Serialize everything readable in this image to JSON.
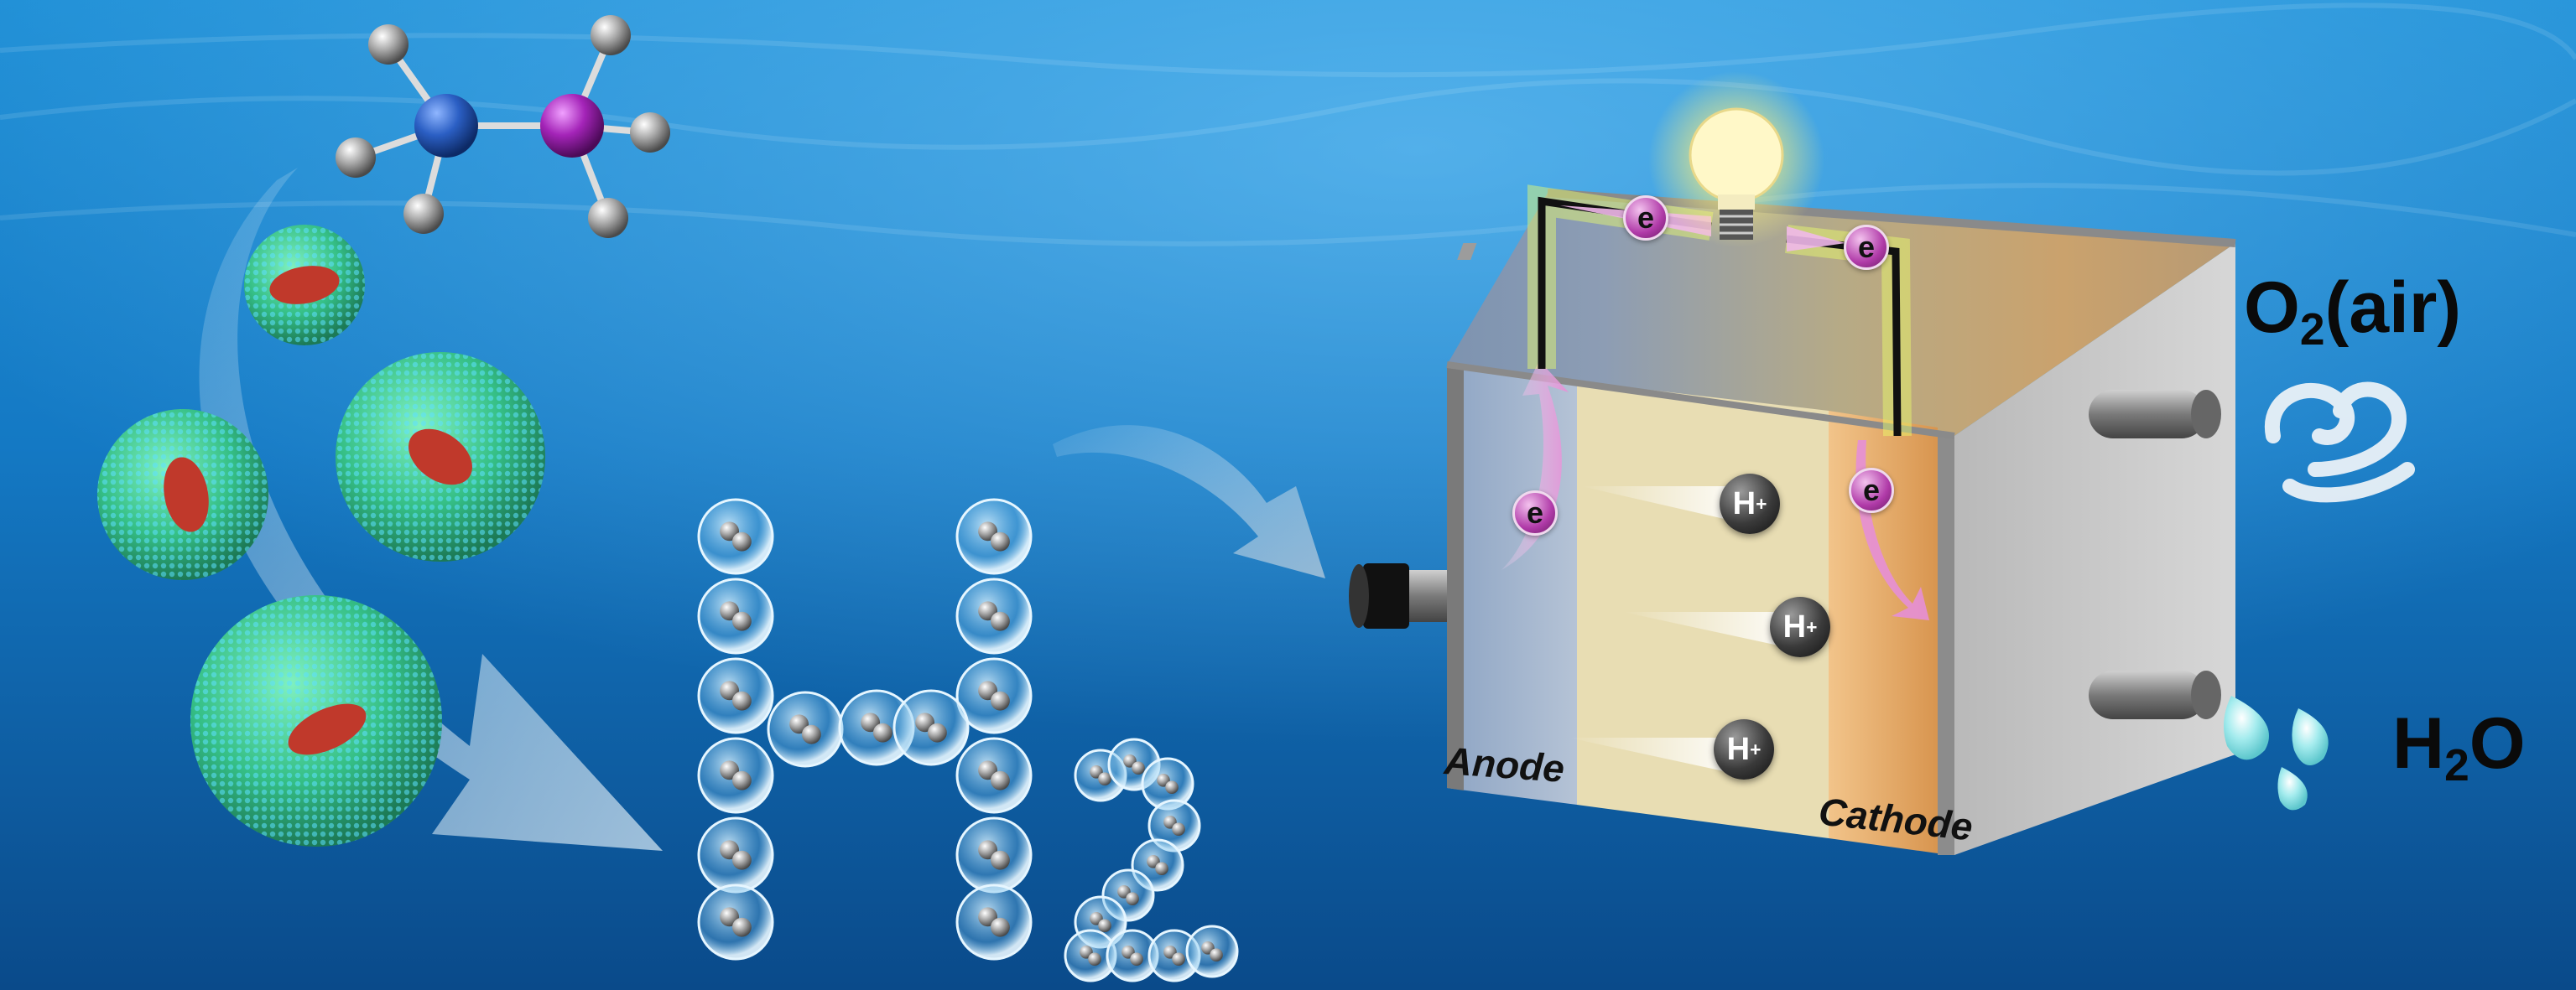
{
  "labels": {
    "anode": "Anode",
    "cathode": "Cathode",
    "electron": "e",
    "proton_main": "H",
    "proton_sup": "+",
    "h2_main": "H",
    "h2_sub": "2",
    "h2o_h": "H",
    "h2o_sub": "2",
    "h2o_o": "O",
    "o2_main": "O",
    "o2_sub": "2",
    "o2_suffix": "(air)"
  },
  "colors": {
    "water_dark": "#0a4f8f",
    "water_light": "#2a9fe0",
    "anode_panel": "#9fb3cc",
    "electrolyte": "#e6dcb4",
    "cathode_panel": "#e3a866",
    "cell_gray": "#bdbdbd",
    "electron_pink": "#c04ab5",
    "proton_dark": "#2a2a2a",
    "microsphere_green": "#3cc08a",
    "microsphere_core": "#c0392b"
  }
}
